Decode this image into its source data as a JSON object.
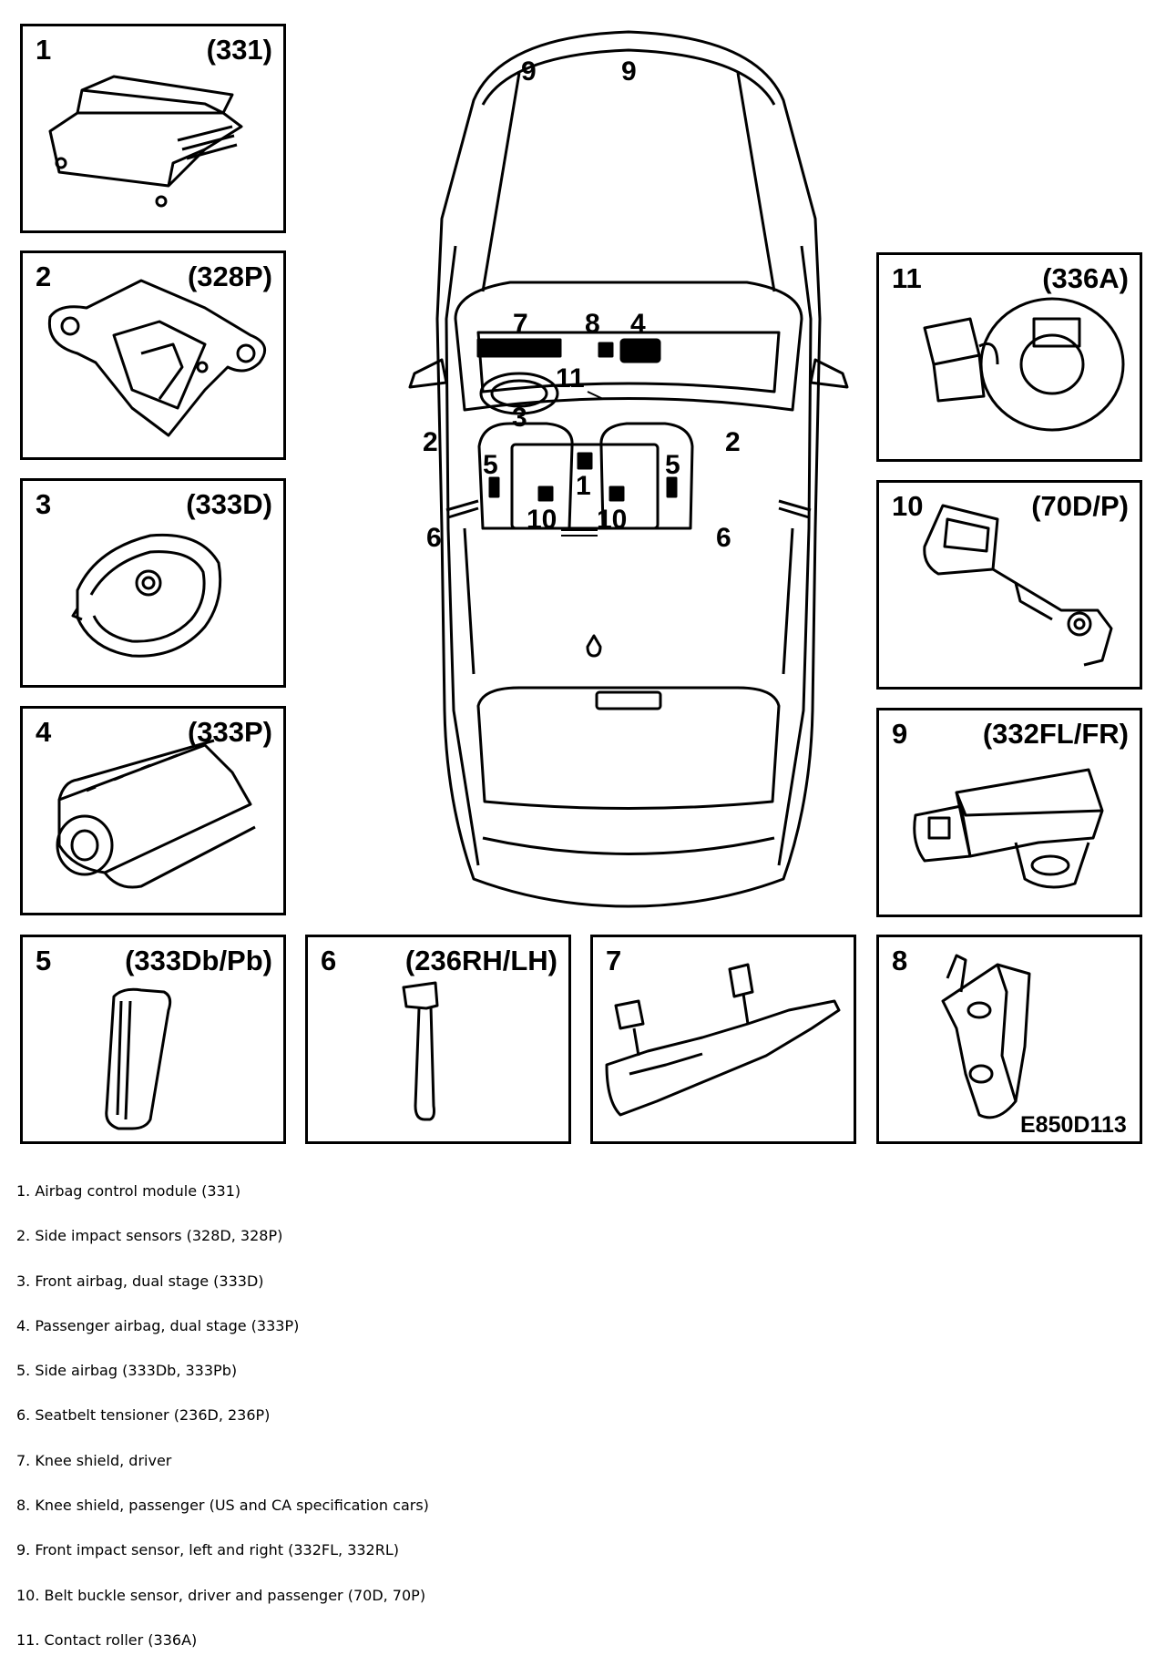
{
  "panels": [
    {
      "num": "1",
      "code": "(331)"
    },
    {
      "num": "2",
      "code": "(328P)"
    },
    {
      "num": "3",
      "code": "(333D)"
    },
    {
      "num": "4",
      "code": "(333P)"
    },
    {
      "num": "5",
      "code": "(333Db/Pb)"
    },
    {
      "num": "6",
      "code": "(236RH/LH)"
    },
    {
      "num": "7",
      "code": ""
    },
    {
      "num": "8",
      "code": ""
    },
    {
      "num": "9",
      "code": "(332FL/FR)"
    },
    {
      "num": "10",
      "code": "(70D/P)"
    },
    {
      "num": "11",
      "code": "(336A)"
    }
  ],
  "car_callouts": {
    "sensor_left": "9",
    "sensor_right": "9",
    "knee_driver": "7",
    "knee_pass": "8",
    "pass_airbag": "4",
    "contact_roller": "11",
    "front_airbag": "3",
    "side_sensor_left": "2",
    "side_sensor_right": "2",
    "side_airbag_left": "5",
    "side_airbag_right": "5",
    "control_module": "1",
    "buckle_left": "10",
    "buckle_right": "10",
    "tensioner_left": "6",
    "tensioner_right": "6"
  },
  "figure_id": "E850D113",
  "legend": [
    "1.  Airbag control module (331)",
    "2.  Side impact sensors (328D, 328P)",
    "3.  Front airbag, dual stage (333D)",
    "4.  Passenger airbag, dual stage (333P)",
    "5.  Side airbag (333Db, 333Pb)",
    "6.  Seatbelt tensioner (236D, 236P)",
    "7.  Knee shield, driver",
    "8.  Knee shield, passenger (US and CA specification cars)",
    "9.  Front impact sensor, left and right (332FL, 332RL)",
    "10. Belt buckle sensor, driver and passenger (70D, 70P)",
    "11. Contact roller (336A)"
  ]
}
